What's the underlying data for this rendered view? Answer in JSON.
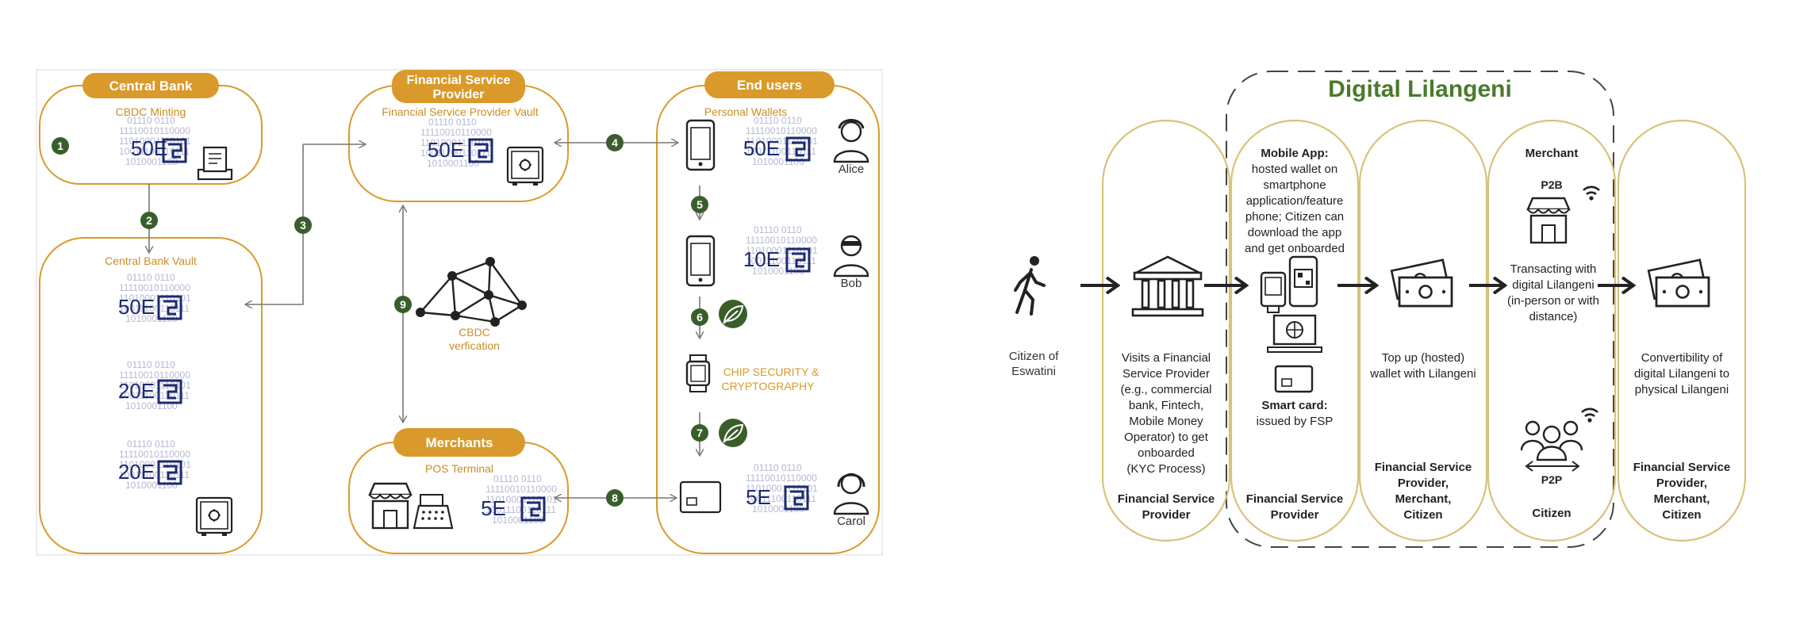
{
  "left": {
    "central_bank": {
      "title": "Central Bank",
      "subtitle": "CBDC Minting",
      "amount": "50E",
      "binary": [
        "01110 0110",
        "11110010110000",
        "11010001110101",
        "10011100110111",
        "1010001100"
      ]
    },
    "central_bank_vault": {
      "subtitle": "Central Bank Vault",
      "amounts": [
        "50E",
        "20E",
        "20E"
      ],
      "binary": [
        "01110 0110",
        "11110010110000",
        "11010001110101",
        "10011100110111",
        "1010001100"
      ]
    },
    "fsp": {
      "title_line1": "Financial Service",
      "title_line2": "Provider",
      "subtitle": "Financial Service Provider Vault",
      "amount": "50E",
      "binary": [
        "01110 0110",
        "11110010110000",
        "11010001110101",
        "10011100110111",
        "1010001100"
      ]
    },
    "verification": {
      "line1": "CBDC",
      "line2": "verfication"
    },
    "merchants": {
      "title": "Merchants",
      "subtitle": "POS Terminal",
      "amount": "5E",
      "binary": [
        "01110 0110",
        "11110010110000",
        "11010001110101",
        "10011100110111",
        "1010001100"
      ]
    },
    "end_users": {
      "title": "End users",
      "subtitle": "Personal Wallets",
      "amounts": [
        "50E",
        "10E",
        "5E"
      ],
      "names": [
        "Alice",
        "Bob",
        "Carol"
      ],
      "chip_line1": "CHIP SECURITY &",
      "chip_line2": "CRYPTOGRAPHY",
      "binary": [
        "01110 0110",
        "11110010110000",
        "11010001110101",
        "10011100110111",
        "1010001100"
      ]
    },
    "steps": [
      "1",
      "2",
      "3",
      "4",
      "5",
      "6",
      "7",
      "8",
      "9"
    ]
  },
  "right": {
    "title": "Digital Lilangeni",
    "citizen": [
      "Citizen of",
      "Eswatini"
    ],
    "col1": {
      "desc": [
        "Visits a Financial",
        "Service Provider",
        "(e.g., commercial",
        "bank, Fintech,",
        "Mobile Money",
        "Operator) to get",
        "onboarded",
        "(KYC Process)"
      ],
      "footer": [
        "Financial Service",
        "Provider"
      ]
    },
    "col2": {
      "heading": "Mobile App:",
      "desc": [
        "hosted wallet on",
        "smartphone",
        "application/feature",
        "phone; Citizen can",
        "download the app",
        "and get onboarded"
      ],
      "smart_heading": "Smart card:",
      "smart_desc": "issued by FSP",
      "footer": [
        "Financial Service",
        "Provider"
      ]
    },
    "col3": {
      "desc": [
        "Top up (hosted)",
        "wallet with Lilangeni"
      ],
      "footer": [
        "Financial Service",
        "Provider,",
        "Merchant,",
        "Citizen"
      ]
    },
    "col4": {
      "heading": "Merchant",
      "p2b": "P2B",
      "desc": [
        "Transacting with",
        "digital Lilangeni",
        "(in-person or with",
        "distance)"
      ],
      "p2p": "P2P",
      "footer": "Citizen"
    },
    "col5": {
      "desc": [
        "Convertibility of",
        "digital Lilangeni to",
        "physical Lilangeni"
      ],
      "footer": [
        "Financial Service",
        "Provider,",
        "Merchant,",
        "Citizen"
      ]
    }
  },
  "colors": {
    "gold": "#d99a2b",
    "green": "#3a5e2b",
    "navy": "#1c2a6e",
    "binary": "#b6b7d3",
    "green_title": "#4a7a2c"
  }
}
